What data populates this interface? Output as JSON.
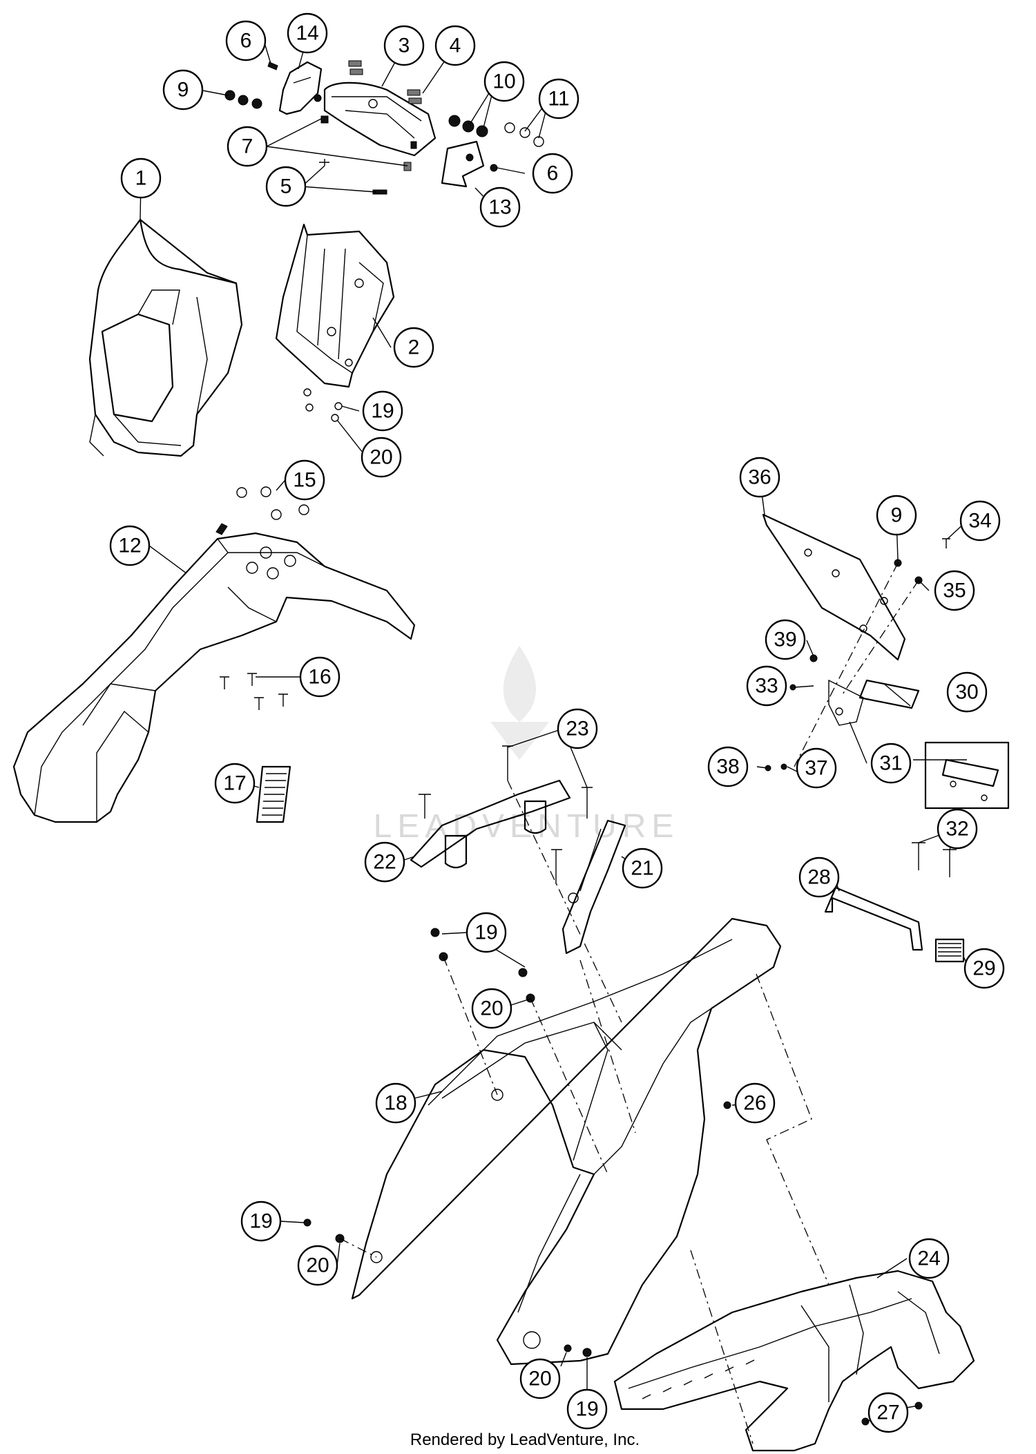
{
  "watermark": {
    "text": "LEADVENTURE"
  },
  "footer": {
    "text": "Rendered by LeadVenture, Inc."
  },
  "callouts": [
    {
      "id": "c1",
      "label": "1"
    },
    {
      "id": "c2",
      "label": "2"
    },
    {
      "id": "c3",
      "label": "3"
    },
    {
      "id": "c4",
      "label": "4"
    },
    {
      "id": "c5",
      "label": "5"
    },
    {
      "id": "c6a",
      "label": "6"
    },
    {
      "id": "c6b",
      "label": "6"
    },
    {
      "id": "c7",
      "label": "7"
    },
    {
      "id": "c9a",
      "label": "9"
    },
    {
      "id": "c9b",
      "label": "9"
    },
    {
      "id": "c10",
      "label": "10"
    },
    {
      "id": "c11",
      "label": "11"
    },
    {
      "id": "c12",
      "label": "12"
    },
    {
      "id": "c13",
      "label": "13"
    },
    {
      "id": "c14",
      "label": "14"
    },
    {
      "id": "c15",
      "label": "15"
    },
    {
      "id": "c16",
      "label": "16"
    },
    {
      "id": "c17",
      "label": "17"
    },
    {
      "id": "c18",
      "label": "18"
    },
    {
      "id": "c19a",
      "label": "19"
    },
    {
      "id": "c19b",
      "label": "19"
    },
    {
      "id": "c19c",
      "label": "19"
    },
    {
      "id": "c19d",
      "label": "19"
    },
    {
      "id": "c20a",
      "label": "20"
    },
    {
      "id": "c20b",
      "label": "20"
    },
    {
      "id": "c20c",
      "label": "20"
    },
    {
      "id": "c20d",
      "label": "20"
    },
    {
      "id": "c21",
      "label": "21"
    },
    {
      "id": "c22",
      "label": "22"
    },
    {
      "id": "c23",
      "label": "23"
    },
    {
      "id": "c24",
      "label": "24"
    },
    {
      "id": "c26",
      "label": "26"
    },
    {
      "id": "c27",
      "label": "27"
    },
    {
      "id": "c28",
      "label": "28"
    },
    {
      "id": "c29",
      "label": "29"
    },
    {
      "id": "c30",
      "label": "30"
    },
    {
      "id": "c31",
      "label": "31"
    },
    {
      "id": "c32",
      "label": "32"
    },
    {
      "id": "c33",
      "label": "33"
    },
    {
      "id": "c34",
      "label": "34"
    },
    {
      "id": "c35",
      "label": "35"
    },
    {
      "id": "c36",
      "label": "36"
    },
    {
      "id": "c37",
      "label": "37"
    },
    {
      "id": "c38",
      "label": "38"
    },
    {
      "id": "c39",
      "label": "39"
    }
  ]
}
